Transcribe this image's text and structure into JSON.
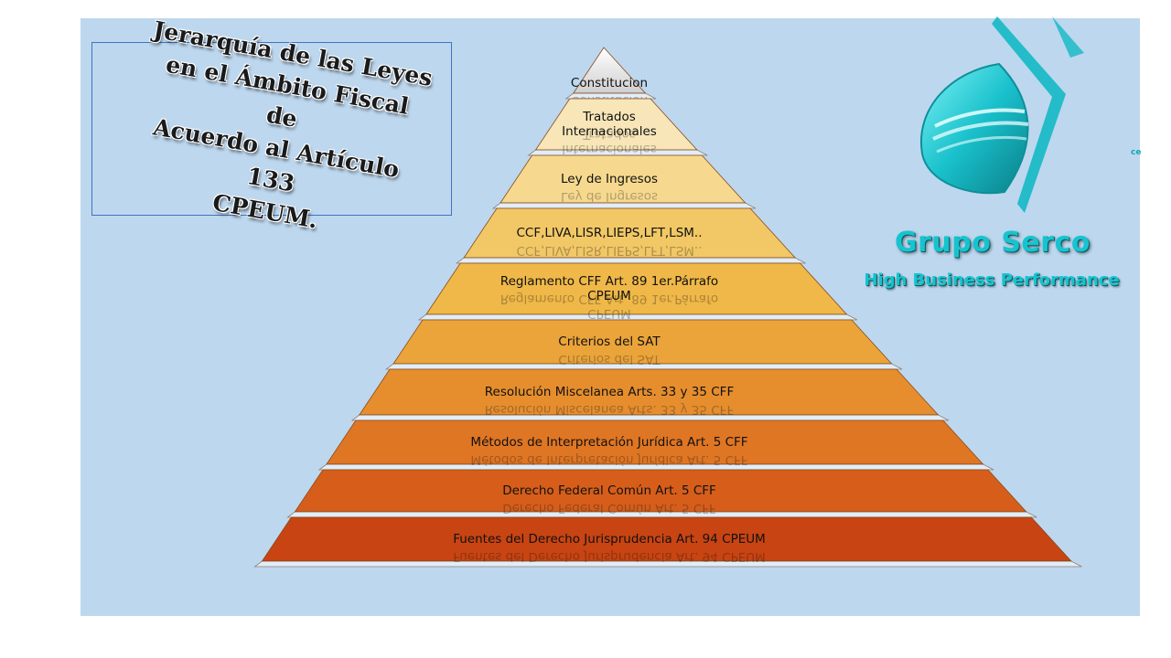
{
  "title": {
    "text": "Jerarquía de las Leyes\nen el Ámbito Fiscal de\nAcuerdo al Artículo 133\nCPEUM."
  },
  "pyramid": {
    "tiers": [
      {
        "lines": [
          "Constitucion"
        ],
        "color": "#f2f2f2"
      },
      {
        "lines": [
          "Tratados",
          "Internacionales"
        ],
        "color": "#f8e6b8"
      },
      {
        "lines": [
          "Ley de Ingresos"
        ],
        "color": "#f6d98e"
      },
      {
        "lines": [
          "CCF,LIVA,LISR,LIEPS,LFT,LSM.."
        ],
        "color": "#f2c866"
      },
      {
        "lines": [
          "Reglamento  CFF Art. 89 1er.Párrafo",
          "CPEUM"
        ],
        "color": "#efb848"
      },
      {
        "lines": [
          "Criterios del SAT"
        ],
        "color": "#eba43a"
      },
      {
        "lines": [
          "Resolución  Miscelanea  Arts. 33 y 35 CFF"
        ],
        "color": "#e68e2e"
      },
      {
        "lines": [
          "Métodos de Interpretación  Jurídica Art. 5 CFF"
        ],
        "color": "#df7624"
      },
      {
        "lines": [
          "Derecho  Federal  Común  Art. 5 CFF"
        ],
        "color": "#d65e1a"
      },
      {
        "lines": [
          "Fuentes del Derecho  Jurisprudencia  Art. 94 CPEUM"
        ],
        "color": "#c84412"
      }
    ]
  },
  "brand": {
    "name": "Grupo Serco",
    "tagline": "High Business Performance",
    "logo_fragment": "ce",
    "accent": "#15c4cf"
  }
}
